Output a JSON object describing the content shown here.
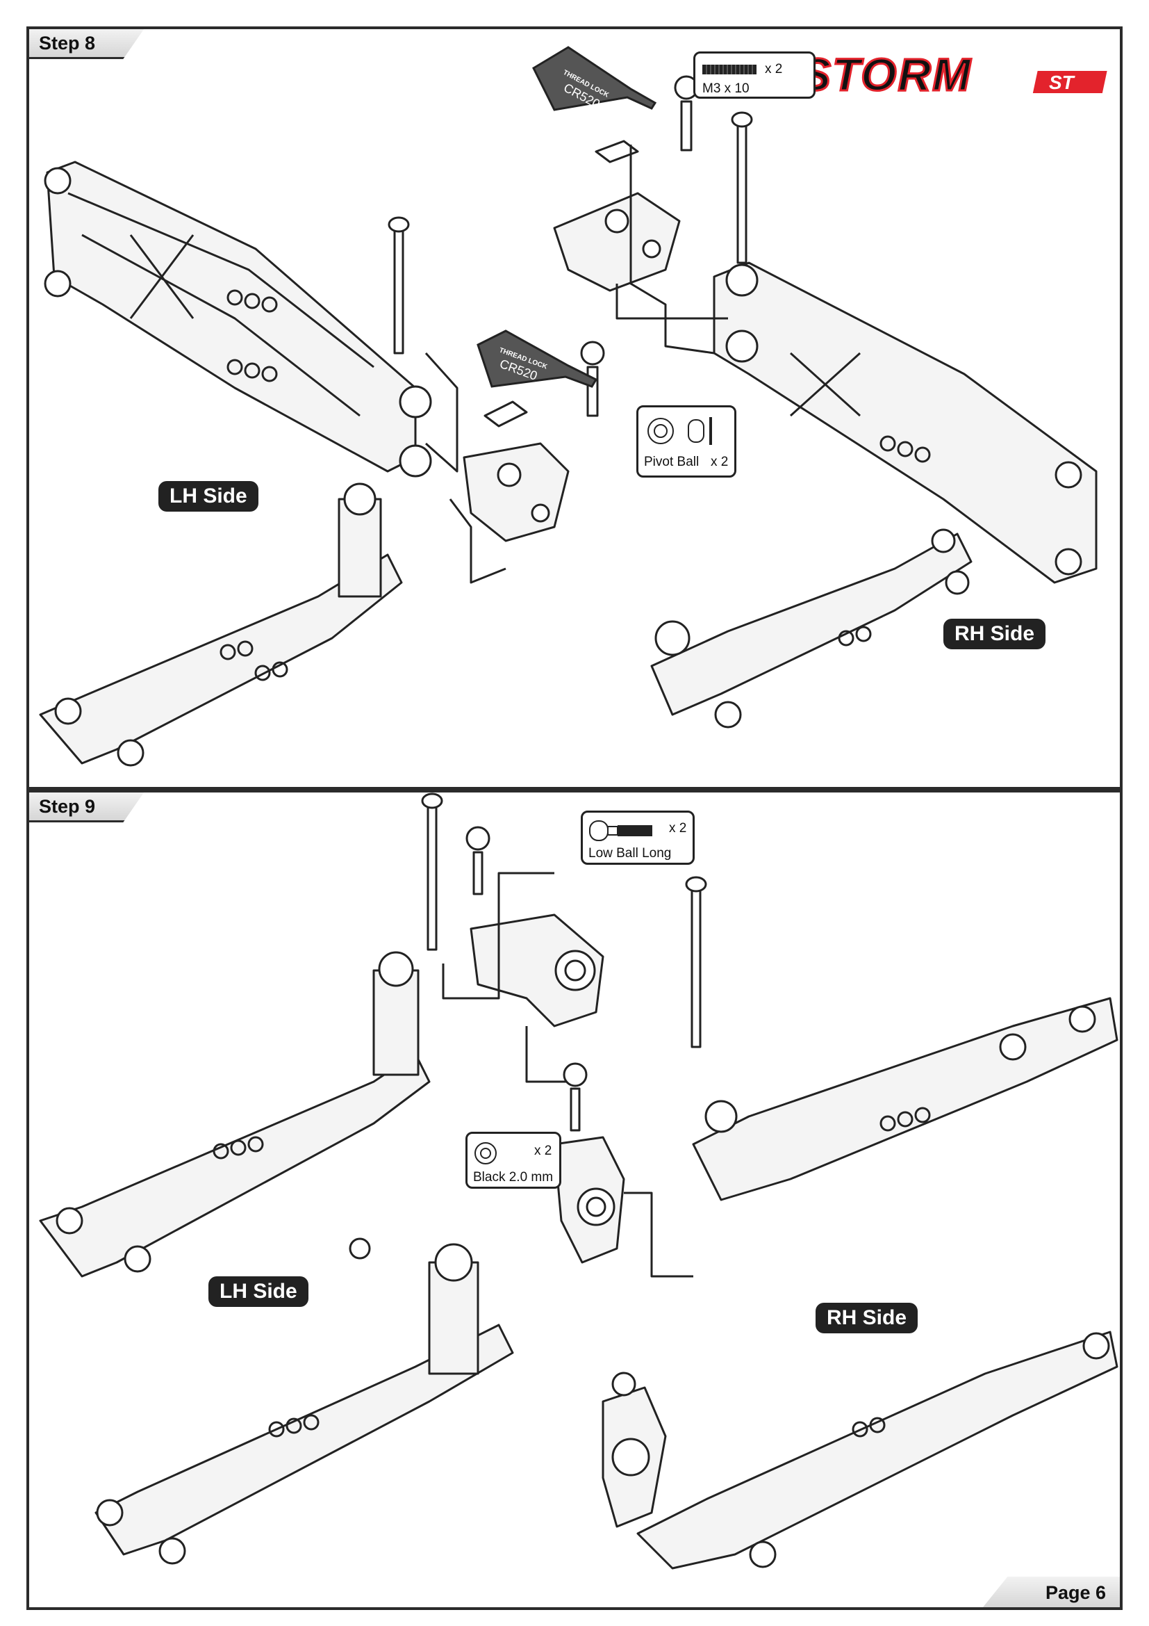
{
  "brand": {
    "logo_text": "STORM",
    "logo_suffix": "ST",
    "accent_color": "#e3232c"
  },
  "step8": {
    "title": "Step 8",
    "thread_lock_1": {
      "brand": "THREAD LOCK",
      "code": "CR520"
    },
    "thread_lock_2": {
      "brand": "THREAD LOCK",
      "code": "CR520"
    },
    "screw_callout": {
      "qty": "x 2",
      "label": "M3 x 10"
    },
    "pivot_callout": {
      "qty": "x 2",
      "label": "Pivot Ball"
    },
    "lh_label": "LH Side",
    "rh_label": "RH Side"
  },
  "step9": {
    "title": "Step 9",
    "ball_callout": {
      "qty": "x 2",
      "label": "Low Ball Long"
    },
    "spacer_callout": {
      "qty": "x 2",
      "label": "Black 2.0 mm"
    },
    "lh_label": "LH Side",
    "rh_label": "RH Side"
  },
  "footer": {
    "page_label": "Page 6"
  }
}
